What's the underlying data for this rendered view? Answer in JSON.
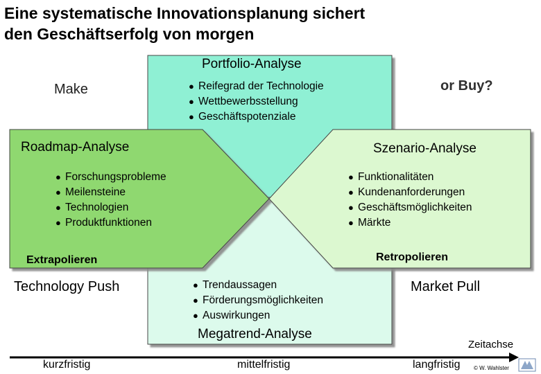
{
  "title_lines": [
    "Eine systematische Innovationsplanung sichert",
    "den Geschäftserfolg von morgen"
  ],
  "portfolio": {
    "title": "Portfolio-Analyse",
    "bullets": [
      "Reifegrad der Technologie",
      "Wettbewerbsstellung",
      "Geschäftspotenziale"
    ]
  },
  "roadmap": {
    "title": "Roadmap-Analyse",
    "bullets": [
      "Forschungsprobleme",
      "Meilensteine",
      "Technologien",
      "Produktfunktionen"
    ],
    "footer": "Extrapolieren"
  },
  "szenario": {
    "title": "Szenario-Analyse",
    "bullets": [
      "Funktionalitäten",
      "Kundenanforderungen",
      "Geschäftsmöglichkeiten",
      "Märkte"
    ],
    "footer": "Retropolieren"
  },
  "megatrend": {
    "title": "Megatrend-Analyse",
    "bullets": [
      "Trendaussagen",
      "Förderungsmöglichkeiten",
      "Auswirkungen"
    ]
  },
  "corner_labels": {
    "make": "Make",
    "or_buy": "or Buy?",
    "technology_push": "Technology Push",
    "market_pull": "Market Pull"
  },
  "timeline": {
    "axis_label": "Zeitachse",
    "short": "kurzfristig",
    "mid": "mittelfristig",
    "long": "langfristig",
    "copyright": "© W. Wahlster"
  },
  "colors": {
    "portfolio": "#8ff0d4",
    "roadmap": "#8fd870",
    "szenario": "#dcf8d0",
    "megatrend": "#dcfaec",
    "overlap": "#ffffff"
  }
}
